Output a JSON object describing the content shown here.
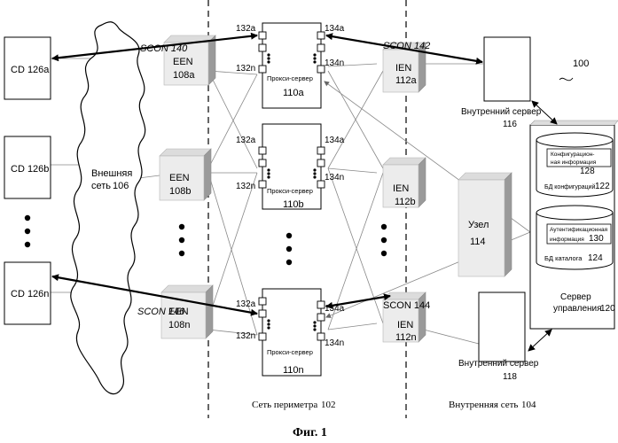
{
  "figure_title": "Фиг. 1",
  "ref_number": "100",
  "client_devices": [
    {
      "label": "CD 126a"
    },
    {
      "label": "CD 126b"
    },
    {
      "label": "CD 126n"
    }
  ],
  "external_network": {
    "line1": "Внешняя",
    "line2": "сеть",
    "ref": "106"
  },
  "external_edge_nodes": [
    {
      "name": "EEN",
      "ref": "108a"
    },
    {
      "name": "EEN",
      "ref": "108b"
    },
    {
      "name": "EEN",
      "ref": "108n"
    }
  ],
  "proxy_servers": [
    {
      "label": "Прокси-сервер",
      "ref": "110a"
    },
    {
      "label": "Прокси-сервер",
      "ref": "110b"
    },
    {
      "label": "Прокси-сервер",
      "ref": "110n"
    }
  ],
  "port_labels": {
    "left_first": "132a",
    "left_last": "132n",
    "right_first": "134a",
    "right_last": "134n"
  },
  "internal_edge_nodes": [
    {
      "name": "IEN",
      "ref": "112a"
    },
    {
      "name": "IEN",
      "ref": "112b"
    },
    {
      "name": "IEN",
      "ref": "112n"
    }
  ],
  "node": {
    "label": "Узел",
    "ref": "114"
  },
  "internal_servers": [
    {
      "label": "Внутренний сервер",
      "ref": "116"
    },
    {
      "label": "Внутренний сервер",
      "ref": "118"
    }
  ],
  "management_server": {
    "line1": "Сервер",
    "line2": "управления",
    "ref": "120",
    "config_db": {
      "label": "БД конфигураций",
      "ref": "122",
      "info_line1": "Конфигурацион-",
      "info_line2": "ная информация",
      "info_ref": "128"
    },
    "catalog_db": {
      "label": "БД каталога",
      "ref": "124",
      "info_line1": "Аутентификационная",
      "info_line2": "информация",
      "info_ref": "130"
    }
  },
  "connections": {
    "scon_140": "SCON 140",
    "scon_142": "SCON 142",
    "scon_144": "SCON 144",
    "scon_146": "SCON 146"
  },
  "zones": {
    "perimeter": "Сеть периметра",
    "perimeter_ref": "102",
    "internal": "Внутренняя сеть",
    "internal_ref": "104"
  }
}
